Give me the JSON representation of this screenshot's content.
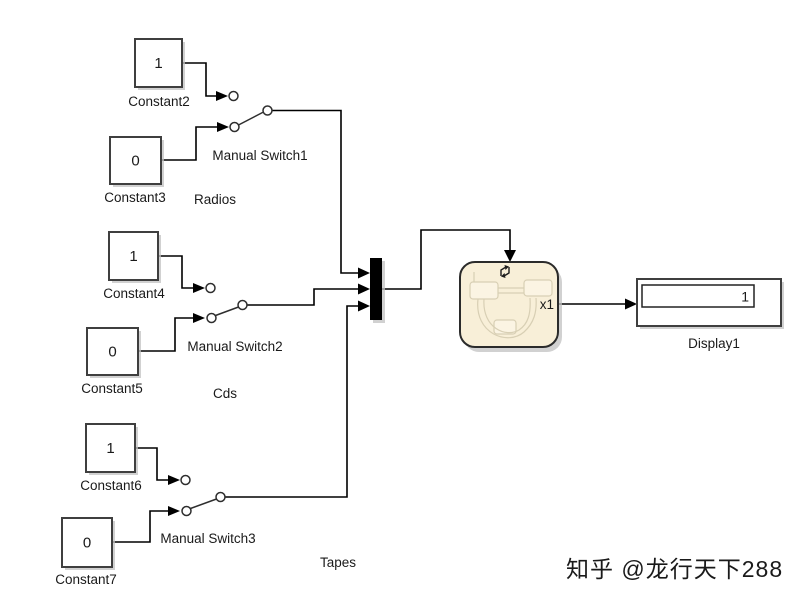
{
  "blocks": {
    "constant2": {
      "label": "Constant2",
      "value": "1"
    },
    "constant3": {
      "label": "Constant3",
      "value": "0"
    },
    "constant4": {
      "label": "Constant4",
      "value": "1"
    },
    "constant5": {
      "label": "Constant5",
      "value": "0"
    },
    "constant6": {
      "label": "Constant6",
      "value": "1"
    },
    "constant7": {
      "label": "Constant7",
      "value": "0"
    },
    "chart": {
      "output_port_label": "x1"
    },
    "display1": {
      "label": "Display1",
      "value": "1"
    }
  },
  "switches": {
    "switch1": {
      "label": "Manual Switch1"
    },
    "switch2": {
      "label": "Manual Switch2"
    },
    "switch3": {
      "label": "Manual Switch3"
    }
  },
  "annotations": {
    "radios": "Radios",
    "cds": "Cds",
    "tapes": "Tapes"
  },
  "watermark": {
    "text": "知乎 @龙行天下288",
    "color": "#d7d7d7"
  },
  "colors": {
    "background": "#ffffff",
    "wire": "#000000",
    "block_border": "#3f3f3f",
    "block_fill": "#ffffff",
    "mux_fill": "#000000",
    "chart_fill": "#f8efd8",
    "chart_border": "#2b2b2b",
    "chart_inner": "#d8cfb4",
    "shadow": "#c2c2c2"
  }
}
